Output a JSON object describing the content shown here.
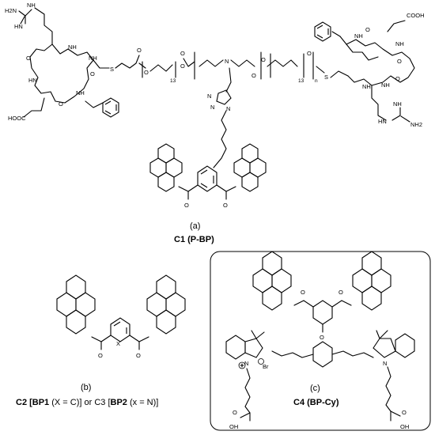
{
  "panel_a": {
    "label": "(a)",
    "compound_id": "C1",
    "compound_name": "P-BP",
    "atoms": {
      "guanidine_left_nh2": "H2N",
      "guanidine_left_nh": "NH",
      "guanidine_left_hn": "HN",
      "cooh_left": "HOOC",
      "cooh_right": "COOH",
      "guanidine_right_nh": "NH",
      "guanidine_right_nh2": "NH2",
      "sulfur": "S",
      "oxygen": "O",
      "nitrogen": "N",
      "peg_repeat": "13",
      "n_repeat": "n"
    }
  },
  "panel_b": {
    "label": "(b)",
    "x_atom": "X",
    "caption_prefix": "C2 [",
    "caption_bp1": "BP1",
    "caption_mid": " (X = C)] or C3 [",
    "caption_bp2": "BP2",
    "caption_suffix": " (x = N)]"
  },
  "panel_c": {
    "label": "(c)",
    "compound_id": "C4",
    "compound_name": "BP-Cy",
    "atoms": {
      "n_plus": "N",
      "bromide": "Br",
      "n_right": "N",
      "oh_left": "OH",
      "oh_right": "OH",
      "oxygen": "O"
    }
  }
}
